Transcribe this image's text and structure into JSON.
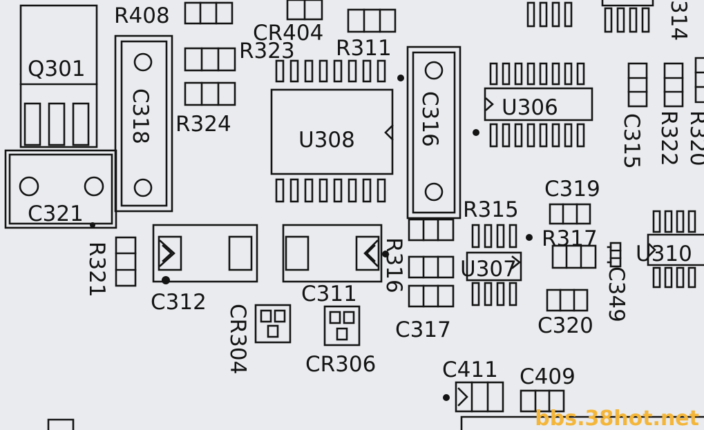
{
  "colors": {
    "paper": "#e9ebee",
    "ink": "#141414",
    "watermark": "#f4b63a"
  },
  "labels": {
    "r408": "R408",
    "cr404": "CR404",
    "r323": "R323",
    "r311": "R311",
    "q301": "Q301",
    "c318": "C318",
    "r324": "R324",
    "u308": "U308",
    "c316": "C316",
    "u306": "U306",
    "c315": "C315",
    "r322": "R322",
    "r320": "R320",
    "r314": "314",
    "c321": "C321",
    "c319": "C319",
    "r315": "R315",
    "r317": "R317",
    "u310": "U310",
    "c349": "C349",
    "r321": "R321",
    "c312": "C312",
    "c311": "C311",
    "r316": "R316",
    "u307": "U307",
    "c317": "C317",
    "c320": "C320",
    "cr304": "CR304",
    "cr306": "CR306",
    "c411": "C411",
    "c409": "C409"
  },
  "watermark": "bbs.38hot.net"
}
